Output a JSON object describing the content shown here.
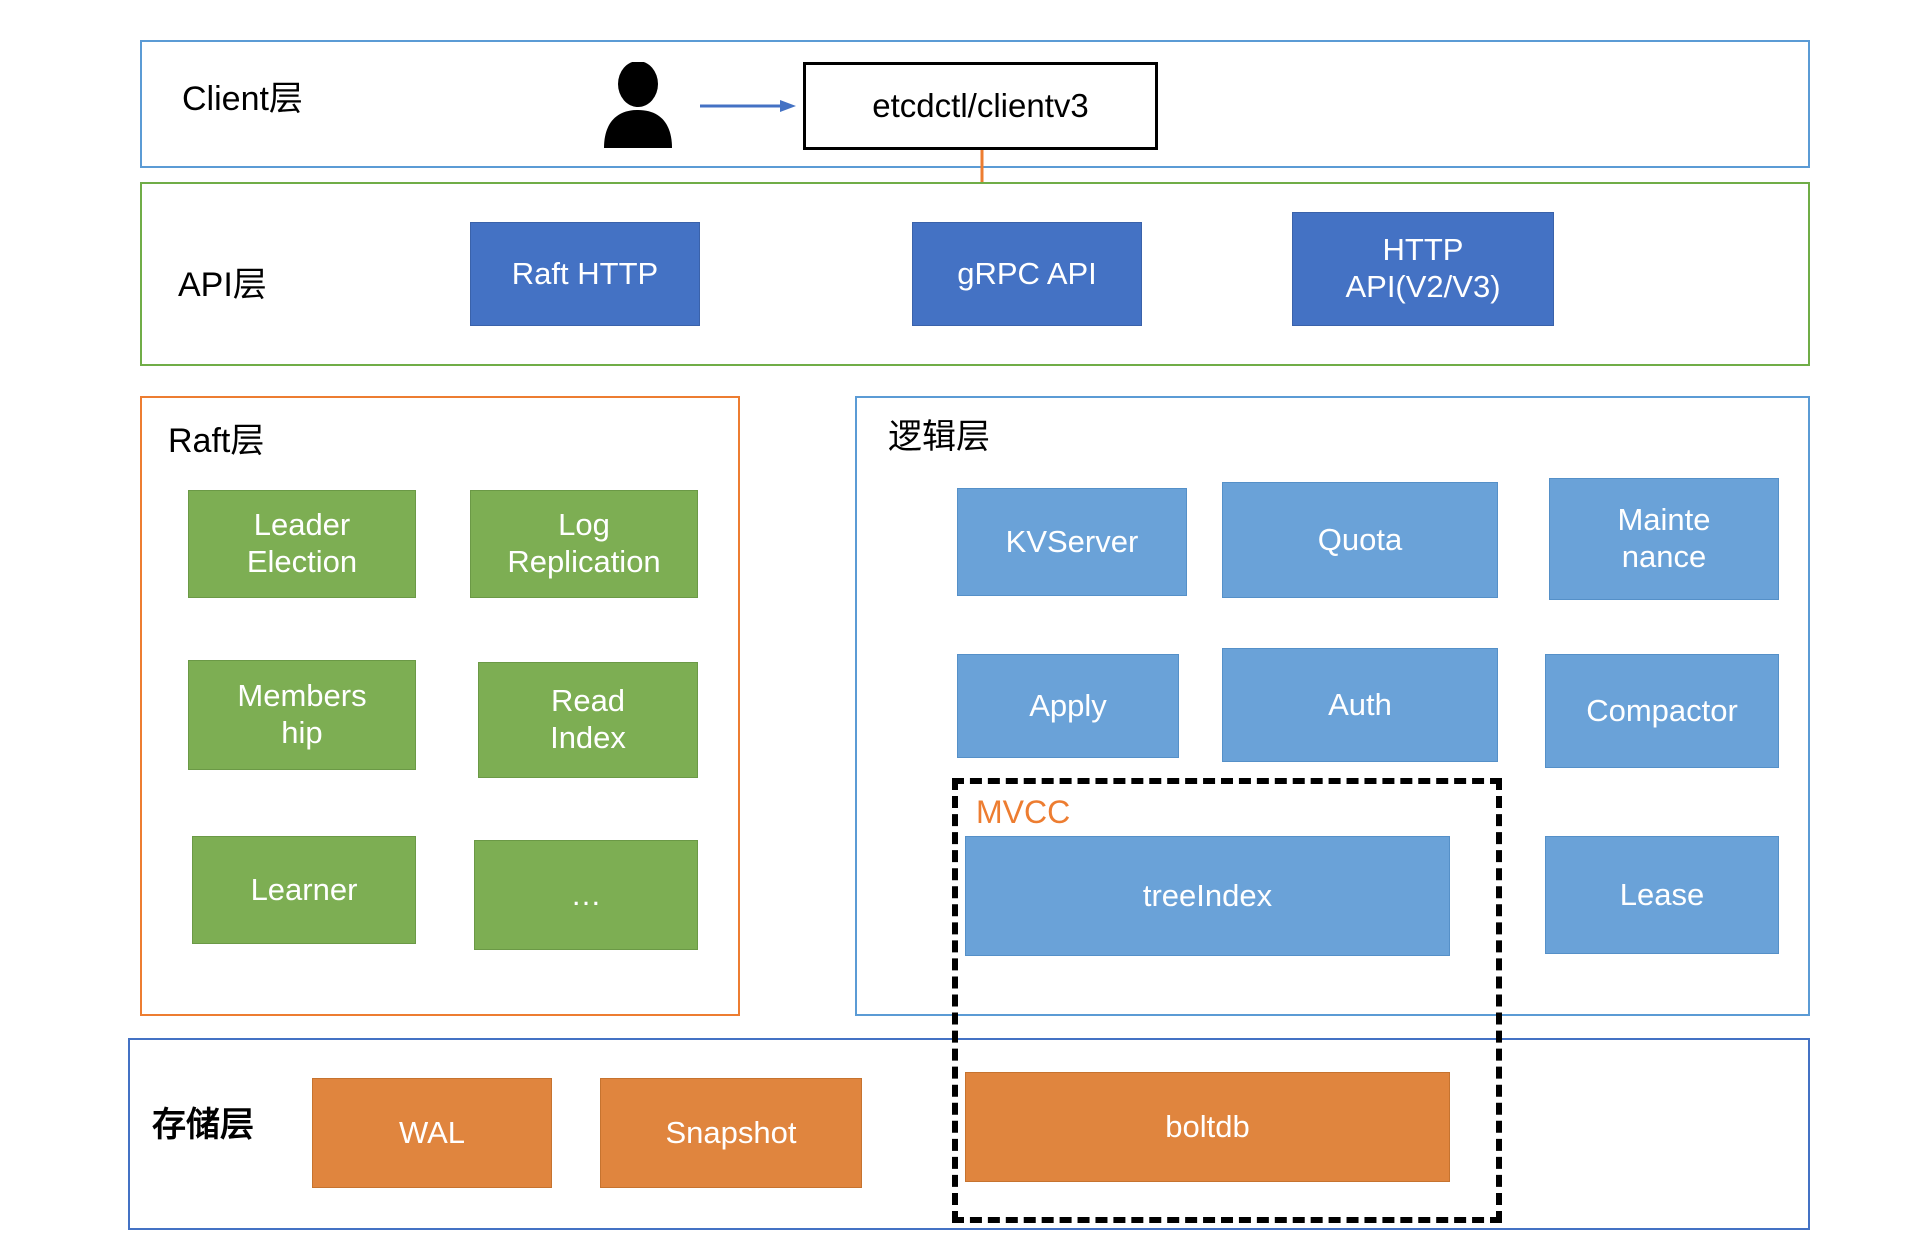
{
  "diagram": {
    "title": "etcd architecture layers",
    "colors": {
      "client_border": "#5B9BD5",
      "api_border": "#70AD47",
      "raft_border": "#ED7D31",
      "logic_border": "#5B9BD5",
      "storage_border": "#4472C4",
      "api_node": "#4472C4",
      "logic_node": "#6AA2D8",
      "raft_node": "#7DAE53",
      "storage_node": "#E0853E",
      "mvcc_label": "#ED7D31",
      "client_arrow": "#4472C4",
      "api_arrow": "#ED7D31"
    }
  },
  "client_layer": {
    "title": "Client层",
    "person_icon": "person-icon",
    "arrow_icon": "arrow-right-icon",
    "client_box": "etcdctl/clientv3",
    "down_arrow_icon": "arrow-down-icon"
  },
  "api_layer": {
    "title": "API层",
    "nodes": [
      {
        "label": "Raft HTTP",
        "name": "raft-http"
      },
      {
        "label": "gRPC API",
        "name": "grpc-api"
      },
      {
        "label": "HTTP\nAPI(V2/V3)",
        "name": "http-api-v2-v3"
      }
    ]
  },
  "raft_layer": {
    "title": "Raft层",
    "nodes": [
      {
        "label": "Leader\nElection",
        "name": "leader-election"
      },
      {
        "label": "Log\nReplication",
        "name": "log-replication"
      },
      {
        "label": "Members\nhip",
        "name": "membership"
      },
      {
        "label": "Read\nIndex",
        "name": "read-index"
      },
      {
        "label": "Learner",
        "name": "learner"
      },
      {
        "label": "…",
        "name": "more-ellipsis"
      }
    ]
  },
  "logic_layer": {
    "title": "逻辑层",
    "nodes": [
      {
        "label": "KVServer",
        "name": "kvserver"
      },
      {
        "label": "Quota",
        "name": "quota"
      },
      {
        "label": "Mainte\nnance",
        "name": "maintenance"
      },
      {
        "label": "Apply",
        "name": "apply"
      },
      {
        "label": "Auth",
        "name": "auth"
      },
      {
        "label": "Compactor",
        "name": "compactor"
      },
      {
        "label": "treeIndex",
        "name": "treeindex"
      },
      {
        "label": "Lease",
        "name": "lease"
      }
    ]
  },
  "mvcc_group": {
    "label": "MVCC",
    "members": [
      "treeIndex",
      "boltdb"
    ]
  },
  "storage_layer": {
    "title": "存储层",
    "nodes": [
      {
        "label": "WAL",
        "name": "wal"
      },
      {
        "label": "Snapshot",
        "name": "snapshot"
      },
      {
        "label": "boltdb",
        "name": "boltdb"
      }
    ]
  }
}
